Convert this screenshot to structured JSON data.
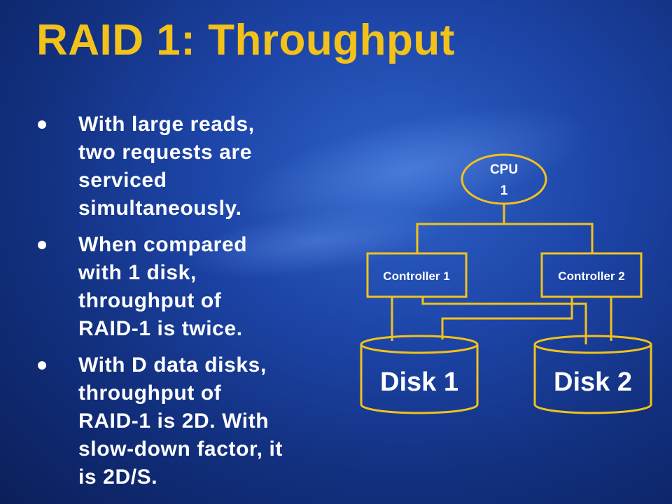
{
  "slide": {
    "title": "RAID 1:  Throughput",
    "bullets": [
      {
        "lines": [
          "With large reads,",
          "two requests are",
          "serviced",
          "simultaneously."
        ]
      },
      {
        "lines": [
          "When compared",
          "with 1 disk,",
          "throughput of",
          "RAID-1 is twice."
        ]
      },
      {
        "lines": [
          "With D data disks,",
          "throughput of",
          "RAID-1 is 2D.  With",
          "slow-down factor, it",
          "is 2D/S."
        ]
      }
    ]
  },
  "diagram": {
    "cpu": {
      "line1": "CPU",
      "line2": "1"
    },
    "controllers": [
      "Controller 1",
      "Controller 2"
    ],
    "disks": [
      "Disk 1",
      "Disk 2"
    ]
  },
  "colors": {
    "title": "#f2c21b",
    "wire": "#f2c21b",
    "text": "#ffffff"
  }
}
